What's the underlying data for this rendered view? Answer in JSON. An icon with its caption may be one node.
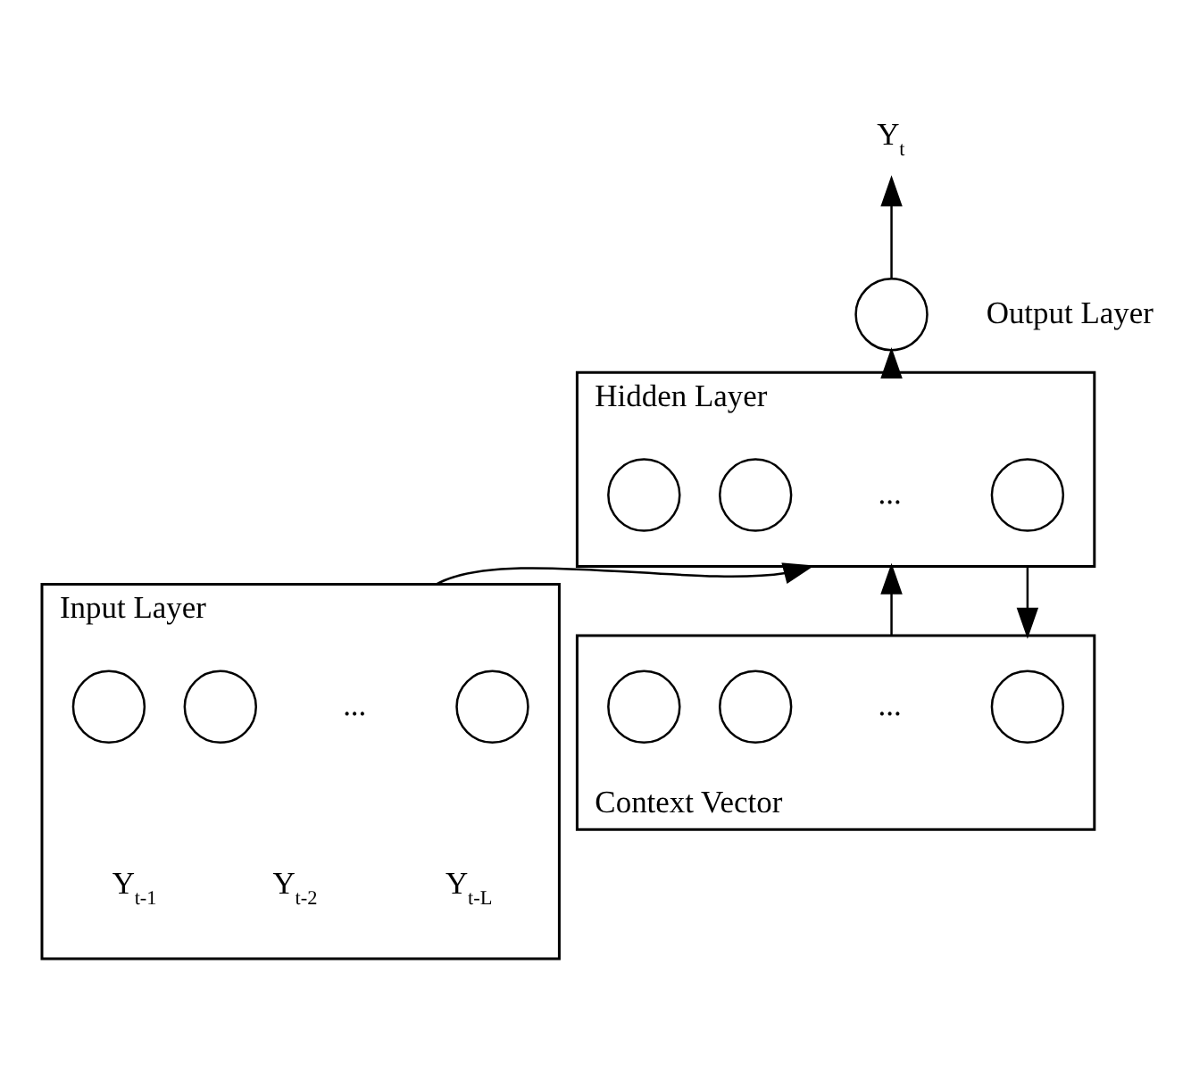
{
  "diagram": {
    "nodes": [
      {
        "text": [
          "Y$_{t}$"
        ]
      },
      {
        "text": [],
        "shape": "circle",
        "beside": [
          "Output Layer"
        ]
      },
      {
        "text": [
          "Hidden Layer"
        ]
      },
      {
        "text": [],
        "shape": "circle",
        "in": 2
      },
      {
        "text": [],
        "shape": "circle",
        "in": 2
      },
      {
        "text": [
          "..."
        ],
        "in": 2
      },
      {
        "text": [],
        "shape": "circle",
        "in": 2
      },
      {
        "text": [
          "Input Layer"
        ]
      },
      {
        "text": [],
        "shape": "circle",
        "in": 7,
        "beside": [
          "Y$_{t-1}$"
        ]
      },
      {
        "text": [],
        "shape": "circle",
        "in": 7,
        "beside": [
          "Y$_{t-2}$"
        ]
      },
      {
        "text": [
          "..."
        ],
        "in": 7
      },
      {
        "text": [],
        "shape": "circle",
        "in": 7,
        "beside": [
          "Y$_{t-L}$"
        ]
      },
      {
        "text": [
          "Context Vector"
        ]
      },
      {
        "text": [],
        "shape": "circle",
        "in": 12
      },
      {
        "text": [],
        "shape": "circle",
        "in": 12
      },
      {
        "text": [
          "..."
        ],
        "in": 12
      },
      {
        "text": [],
        "shape": "circle",
        "in": 12
      }
    ],
    "edges": [
      {
        "from": 1,
        "to": 0,
        "arrow": "to"
      },
      {
        "from": 2,
        "to": 1,
        "arrow": "to"
      },
      {
        "from": 7,
        "to": 2,
        "arrow": "to"
      },
      {
        "from": 12,
        "to": 2,
        "arrow": "to"
      },
      {
        "from": 2,
        "to": 12,
        "arrow": "to"
      }
    ]
  }
}
